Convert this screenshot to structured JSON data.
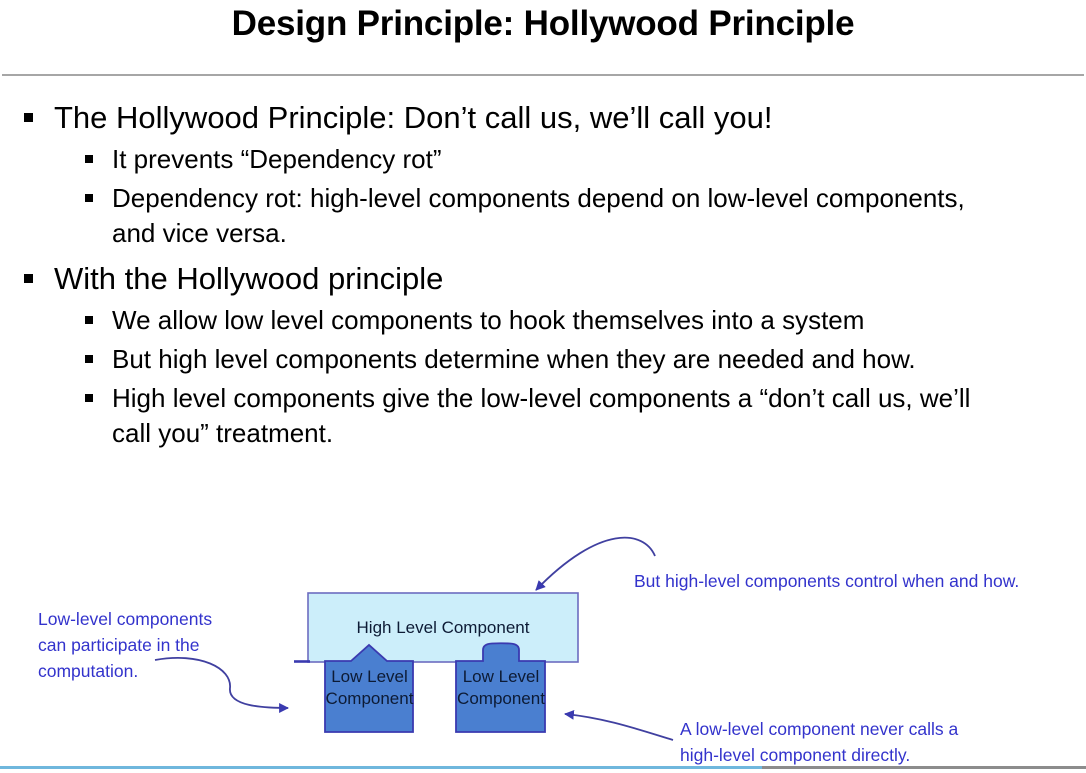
{
  "slide": {
    "title": "Design Principle: Hollywood Principle",
    "bullets": [
      {
        "level1": "The Hollywood Principle: Don’t call us, we’ll call you!",
        "level2": [
          "It prevents “Dependency rot”",
          "Dependency rot: high-level components depend on low-level components, and vice versa."
        ]
      },
      {
        "level1": "With the Hollywood principle",
        "level2": [
          "We allow low level components to hook themselves into a system",
          "But high level components determine when they are needed and how.",
          "High level components give the low-level components a “don’t call us, we’ll call you” treatment."
        ]
      }
    ]
  },
  "diagram": {
    "high_level_box": {
      "label": "High Level Component",
      "fill": "#cceefa",
      "stroke": "#6c6cc0"
    },
    "low_level_boxes": [
      {
        "label": "Low Level\nComponent",
        "fill": "#4a7fd0",
        "stroke": "#3a3ab0",
        "tab": "pointed"
      },
      {
        "label": "Low Level\nComponent",
        "fill": "#4a7fd0",
        "stroke": "#3a3ab0",
        "tab": "rounded"
      }
    ],
    "annotations": [
      {
        "id": "left",
        "text": "Low-level components\ncan participate in the\ncomputation.",
        "color": "#3333cc"
      },
      {
        "id": "top-right",
        "text": "But high-level components control when and how.",
        "color": "#3333cc"
      },
      {
        "id": "bottom-right",
        "text": "A low-level component never calls a\nhigh-level component directly.",
        "color": "#3333cc"
      }
    ],
    "arrow_color": "#4040a0"
  },
  "decor": {
    "title_rule_color": "#a6a6a6",
    "bottom_strip_blue": "#6fb7dd",
    "bottom_strip_gray": "#8c8c8c"
  }
}
